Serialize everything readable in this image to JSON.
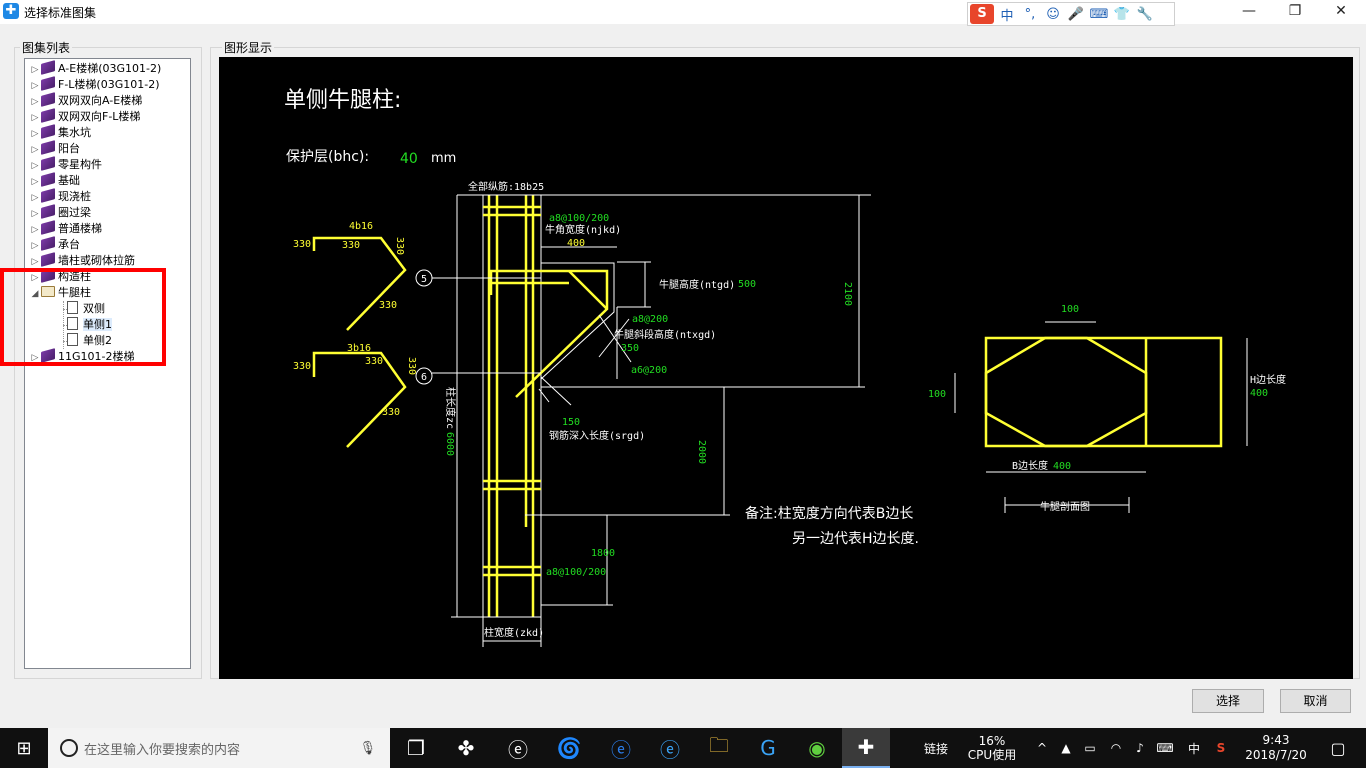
{
  "window": {
    "title": "选择标准图集",
    "minimize": "—",
    "restore": "❐",
    "close": "✕"
  },
  "ime": {
    "logo": "S",
    "lang": "中",
    "punct": "°,",
    "items": [
      "☺",
      "🎤",
      "⌨",
      "👕",
      "🔧"
    ]
  },
  "left_panel": {
    "label": "图集列表",
    "tree": [
      {
        "label": "A-E楼梯(03G101-2)",
        "type": "book"
      },
      {
        "label": "F-L楼梯(03G101-2)",
        "type": "book"
      },
      {
        "label": "双网双向A-E楼梯",
        "type": "book"
      },
      {
        "label": "双网双向F-L楼梯",
        "type": "book"
      },
      {
        "label": "集水坑",
        "type": "book"
      },
      {
        "label": "阳台",
        "type": "book"
      },
      {
        "label": "零星构件",
        "type": "book"
      },
      {
        "label": "基础",
        "type": "book"
      },
      {
        "label": "现浇桩",
        "type": "book"
      },
      {
        "label": "圈过梁",
        "type": "book"
      },
      {
        "label": "普通楼梯",
        "type": "book"
      },
      {
        "label": "承台",
        "type": "book"
      },
      {
        "label": "墙柱或砌体拉筋",
        "type": "book"
      },
      {
        "label": "构造柱",
        "type": "book"
      },
      {
        "label": "牛腿柱",
        "type": "open"
      },
      {
        "label": "双侧",
        "type": "doc"
      },
      {
        "label": "单侧1",
        "type": "doc",
        "selected": true
      },
      {
        "label": "单侧2",
        "type": "doc"
      },
      {
        "label": "11G101-2楼梯",
        "type": "book"
      }
    ]
  },
  "right_panel": {
    "label": "图形显示"
  },
  "drawing": {
    "title": "单侧牛腿柱:",
    "cover_label": "保护层(bhc):",
    "cover_value": "40",
    "cover_unit": "mm",
    "all_rebar": "全部纵筋:18b25",
    "stirrup_top": "a8@100/200",
    "corner_width": "牛角宽度(njkd)",
    "corner_width_val": "400",
    "bracket_height": "牛腿高度(ntgd)",
    "bracket_height_val": "500",
    "a8_200": "a8@200",
    "slope_height": "牛腿斜段高度(ntxgd)",
    "slope_val": "350",
    "a6_200": "a6@200",
    "dim_2100": "2100",
    "dim_150": "150",
    "anchor_len": "钢筋深入长度(srgd)",
    "dim_2000": "2000",
    "col_len": "柱长度zc",
    "col_len_val": "6000",
    "dim_1800": "1800",
    "stirrup_bottom": "a8@100/200",
    "col_width": "柱宽度(zkd)",
    "bar5_top": "4b16",
    "bar6_top": "3b16",
    "n330": "330",
    "mark5": "5",
    "mark6": "6",
    "note1": "备注:柱宽度方向代表B边长",
    "note2": "另一边代表H边长度.",
    "sec_100_top": "100",
    "sec_100_left": "100",
    "sec_h": "H边长度",
    "sec_h_val": "400",
    "sec_b": "B边长度",
    "sec_b_val": "400",
    "sec_title": "牛腿剖面图"
  },
  "buttons": {
    "select": "选择",
    "cancel": "取消"
  },
  "taskbar": {
    "search_placeholder": "在这里输入你要搜索的内容",
    "link": "链接",
    "cpu_pct": "16%",
    "cpu_label": "CPU使用",
    "ime": "中",
    "time": "9:43",
    "date": "2018/7/20"
  }
}
